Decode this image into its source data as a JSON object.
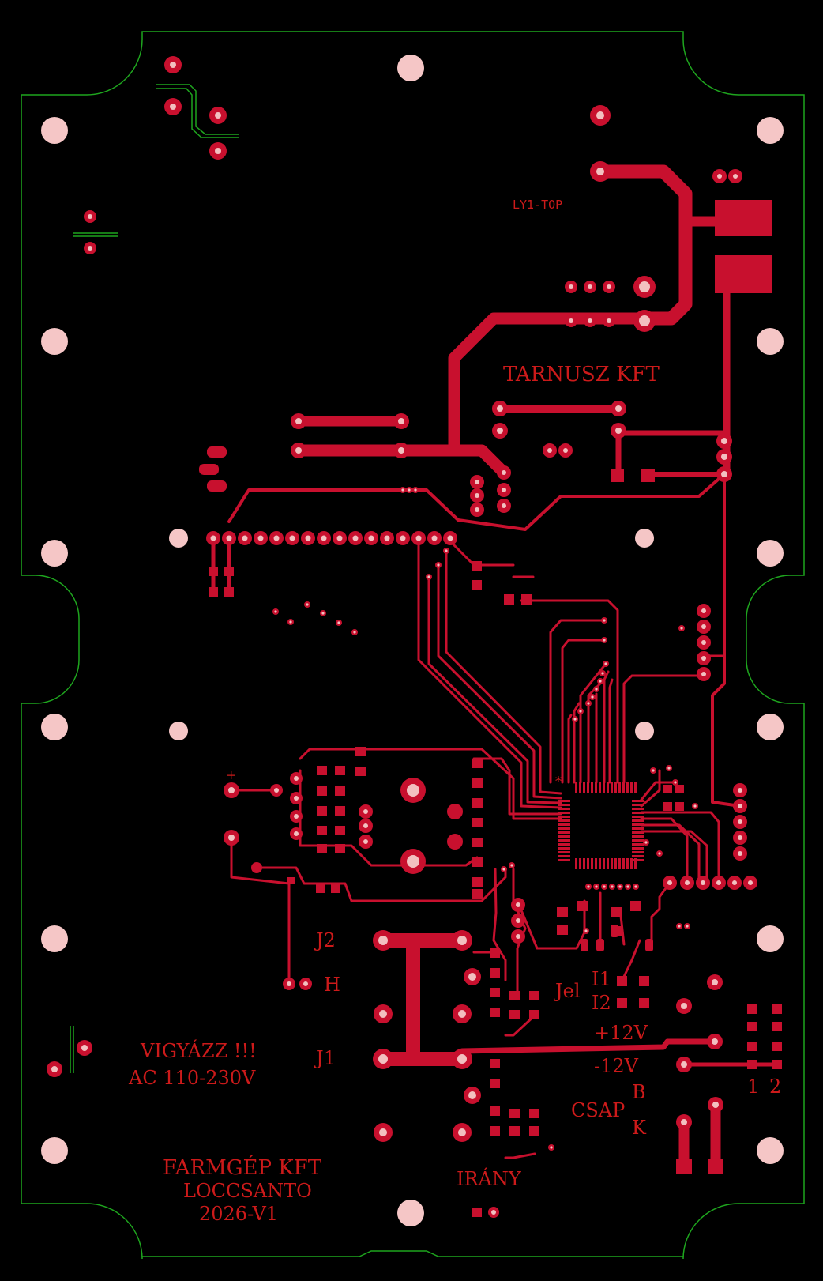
{
  "colors": {
    "background": "#000000",
    "copper": "#c8102e",
    "silkscreen": "#cc1a1a",
    "outline": "#1ea51e",
    "hole": "#f5c6c6"
  },
  "labels": {
    "layer": "LY1-TOP",
    "company_top": "TARNUSZ KFT",
    "warning_1": "VIGYÁZZ !!!",
    "warning_2": "AC 110-230V",
    "maker_1": "FARMGÉP KFT",
    "maker_2": "LOCCSANTO",
    "maker_3": "2026-V1",
    "j2": "J2",
    "h": "H",
    "j1": "J1",
    "jel": "Jel",
    "i1": "I1",
    "i2": "I2",
    "plus12": "+12V",
    "minus12": "-12V",
    "b": "B",
    "csap": "CSAP",
    "k": "K",
    "irany": "IRÁNY",
    "one": "1",
    "two": "2",
    "plus": "+",
    "star": "*"
  }
}
